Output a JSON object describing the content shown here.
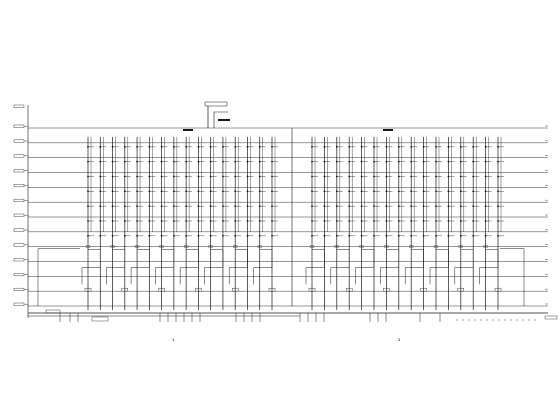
{
  "drawing": {
    "type": "plumbing-riser-diagram",
    "line_color": "#1a1a1a",
    "background": "#ffffff",
    "floor_count": 13,
    "left_block_risers": 16,
    "right_block_risers": 16,
    "bottom_marks": [
      "¹",
      "²"
    ]
  }
}
